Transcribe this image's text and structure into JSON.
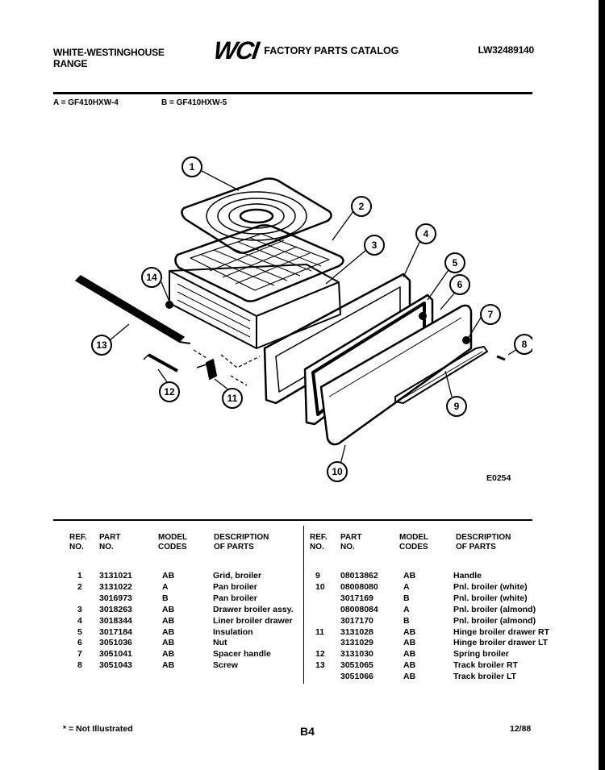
{
  "header": {
    "brand_line1": "WHITE-WESTINGHOUSE",
    "brand_line2": "RANGE",
    "logo": "WCI",
    "catalog_title": "FACTORY PARTS CATALOG",
    "doc_number": "LW32489140"
  },
  "models": {
    "a": "A = GF410HXW-4",
    "b": "B = GF410HXW-5"
  },
  "diagram": {
    "callouts": [
      "1",
      "2",
      "3",
      "4",
      "5",
      "6",
      "7",
      "8",
      "9",
      "10",
      "11",
      "12",
      "13",
      "14"
    ],
    "figure_number": "E0254"
  },
  "table": {
    "headers": {
      "ref": [
        "REF.",
        "NO."
      ],
      "part": [
        "PART",
        "NO."
      ],
      "model": [
        "MODEL",
        "CODES"
      ],
      "desc": [
        "DESCRIPTION",
        "OF PARTS"
      ]
    },
    "left_rows": [
      {
        "ref": "1",
        "part": "3131021",
        "model": "AB",
        "desc": "Grid, broiler"
      },
      {
        "ref": "2",
        "part": "3131022",
        "model": "A",
        "desc": "Pan broiler"
      },
      {
        "ref": "",
        "part": "3016973",
        "model": "B",
        "desc": "Pan broiler"
      },
      {
        "ref": "3",
        "part": "3018263",
        "model": "AB",
        "desc": "Drawer broiler assy."
      },
      {
        "ref": "4",
        "part": "3018344",
        "model": "AB",
        "desc": "Liner broiler drawer"
      },
      {
        "ref": "5",
        "part": "3017184",
        "model": "AB",
        "desc": "Insulation"
      },
      {
        "ref": "6",
        "part": "3051036",
        "model": "AB",
        "desc": "Nut"
      },
      {
        "ref": "7",
        "part": "3051041",
        "model": "AB",
        "desc": "Spacer handle"
      },
      {
        "ref": "8",
        "part": "3051043",
        "model": "AB",
        "desc": "Screw"
      }
    ],
    "right_rows": [
      {
        "ref": "9",
        "part": "08013862",
        "model": "AB",
        "desc": "Handle"
      },
      {
        "ref": "10",
        "part": "08008080",
        "model": "A",
        "desc": "Pnl. broiler (white)"
      },
      {
        "ref": "",
        "part": "3017169",
        "model": "B",
        "desc": "Pnl. broiler (white)"
      },
      {
        "ref": "",
        "part": "08008084",
        "model": "A",
        "desc": "Pnl. broiler (almond)"
      },
      {
        "ref": "",
        "part": "3017170",
        "model": "B",
        "desc": "Pnl. broiler (almond)"
      },
      {
        "ref": "11",
        "part": "3131028",
        "model": "AB",
        "desc": "Hinge broiler drawer RT"
      },
      {
        "ref": "",
        "part": "3131029",
        "model": "AB",
        "desc": "Hinge broiler drawer LT"
      },
      {
        "ref": "12",
        "part": "3131030",
        "model": "AB",
        "desc": "Spring broiler"
      },
      {
        "ref": "13",
        "part": "3051065",
        "model": "AB",
        "desc": "Track broiler RT"
      },
      {
        "ref": "",
        "part": "3051066",
        "model": "AB",
        "desc": "Track broiler LT"
      }
    ]
  },
  "footer": {
    "note": "* = Not Illustrated",
    "page": "B4",
    "date": "12/88"
  }
}
